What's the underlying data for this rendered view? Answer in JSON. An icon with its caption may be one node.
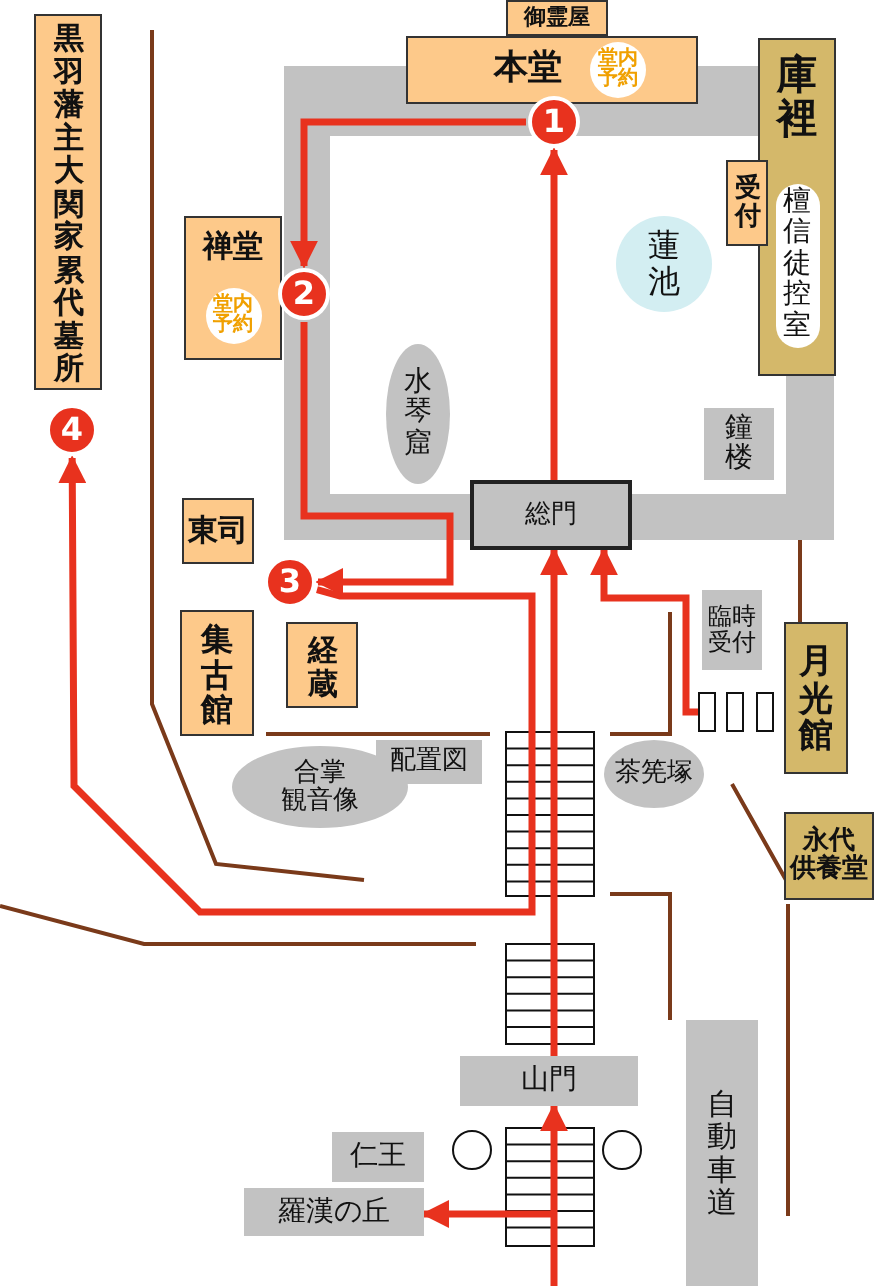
{
  "diagram": {
    "nodes": [
      {
        "text": [
          "御霊屋"
        ]
      },
      {
        "text": [
          "本堂",
          "堂内予約"
        ]
      },
      {
        "text": [
          "庫裡",
          "檀信徒控室"
        ]
      },
      {
        "text": [
          "受付"
        ]
      },
      {
        "text": [
          "黒羽藩主大関家累代墓所"
        ]
      },
      {
        "text": [
          "禅堂",
          "堂内予約"
        ]
      },
      {
        "text": [
          "蓮池"
        ]
      },
      {
        "text": [
          "水琴窟"
        ]
      },
      {
        "text": [
          "鐘楼"
        ]
      },
      {
        "text": [
          "総門"
        ]
      },
      {
        "text": [
          "東司"
        ]
      },
      {
        "text": [
          "集古館"
        ]
      },
      {
        "text": [
          "経蔵"
        ]
      },
      {
        "text": [
          "臨時受付"
        ]
      },
      {
        "text": [
          "月光館"
        ]
      },
      {
        "text": [
          "合掌観音像"
        ]
      },
      {
        "text": [
          "配置図"
        ]
      },
      {
        "text": [
          "茶筅塚"
        ]
      },
      {
        "text": [
          "永代供養堂"
        ]
      },
      {
        "text": [
          "山門"
        ]
      },
      {
        "text": [
          "仁王"
        ]
      },
      {
        "text": [
          "羅漢の丘"
        ]
      },
      {
        "text": [
          "自動車道"
        ]
      },
      {
        "text": [
          "1"
        ]
      },
      {
        "text": [
          "2"
        ]
      },
      {
        "text": [
          "3"
        ]
      },
      {
        "text": [
          "4"
        ]
      },
      {
        "text": [],
        "shape": "box"
      },
      {
        "text": [],
        "shape": "box"
      },
      {
        "text": [],
        "shape": "box"
      },
      {
        "text": [],
        "shape": "circle"
      },
      {
        "text": [],
        "shape": "circle"
      }
    ],
    "edges": [
      {
        "from": null,
        "to": 19,
        "arrow": "to"
      },
      {
        "from": null,
        "to": 21,
        "arrow": "to"
      },
      {
        "from": 19,
        "to": 9,
        "arrow": "to"
      },
      {
        "from": 9,
        "to": 23,
        "arrow": "to"
      },
      {
        "from": 23,
        "to": 24,
        "arrow": "to"
      },
      {
        "from": 24,
        "to": 25,
        "arrow": "to"
      },
      {
        "from": 25,
        "to": 26,
        "arrow": "to"
      },
      {
        "from": 27,
        "to": 9,
        "arrow": "to"
      }
    ]
  }
}
